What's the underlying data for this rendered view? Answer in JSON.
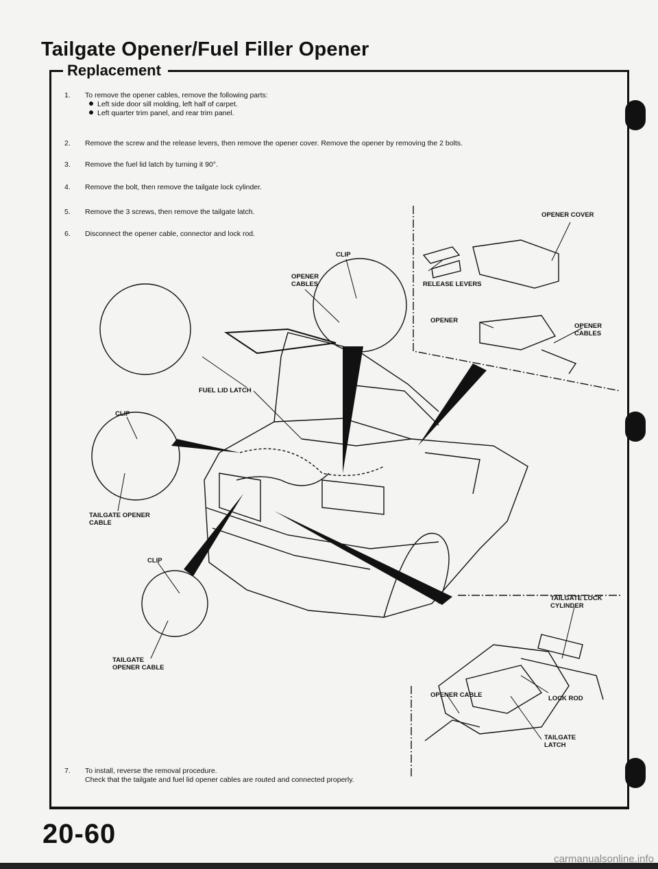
{
  "page": {
    "title": "Tailgate Opener/Fuel Filler Opener",
    "section": "Replacement",
    "page_number": "20-60",
    "watermark": "carmanualsonline.info"
  },
  "steps": [
    {
      "num": "1.",
      "text": "To remove the opener cables, remove the following parts:"
    },
    {
      "num": "2.",
      "text": "Remove the screw and the release levers, then remove the opener cover. Remove the opener by removing the 2 bolts."
    },
    {
      "num": "3.",
      "text": "Remove the fuel lid latch by turning it 90°."
    },
    {
      "num": "4.",
      "text": "Remove the bolt, then remove the tailgate lock cylinder."
    },
    {
      "num": "5.",
      "text": "Remove the 3 screws, then remove the tailgate latch."
    },
    {
      "num": "6.",
      "text": "Disconnect the opener cable, connector and lock rod."
    },
    {
      "num": "7.",
      "text": "To install, reverse the removal procedure."
    }
  ],
  "bullets": [
    "Left side door sill molding, left half of carpet.",
    "Left quarter trim panel, and rear trim panel."
  ],
  "step7_note": "Check that the tailgate and fuel lid opener cables are routed and connected properly.",
  "labels": {
    "opener_cover": "OPENER COVER",
    "clip_top": "CLIP",
    "opener_cables_top_1": "OPENER",
    "opener_cables_top_2": "CABLES",
    "release_levers": "RELEASE LEVERS",
    "opener": "OPENER",
    "opener_cables_right_1": "OPENER",
    "opener_cables_right_2": "CABLES",
    "fuel_lid_latch": "FUEL LID LATCH",
    "clip_left": "CLIP",
    "tailgate_opener_cable_1": "TAILGATE OPENER",
    "tailgate_opener_cable_2": "CABLE",
    "clip_lower": "CLIP",
    "tailgate_opener_cable_lower_1": "TAILGATE",
    "tailgate_opener_cable_lower_2": "OPENER CABLE",
    "tailgate_lock_cylinder_1": "TAILGATE LOCK",
    "tailgate_lock_cylinder_2": "CYLINDER",
    "opener_cable": "OPENER CABLE",
    "lock_rod": "LOCK ROD",
    "tailgate_latch_1": "TAILGATE",
    "tailgate_latch_2": "LATCH"
  }
}
